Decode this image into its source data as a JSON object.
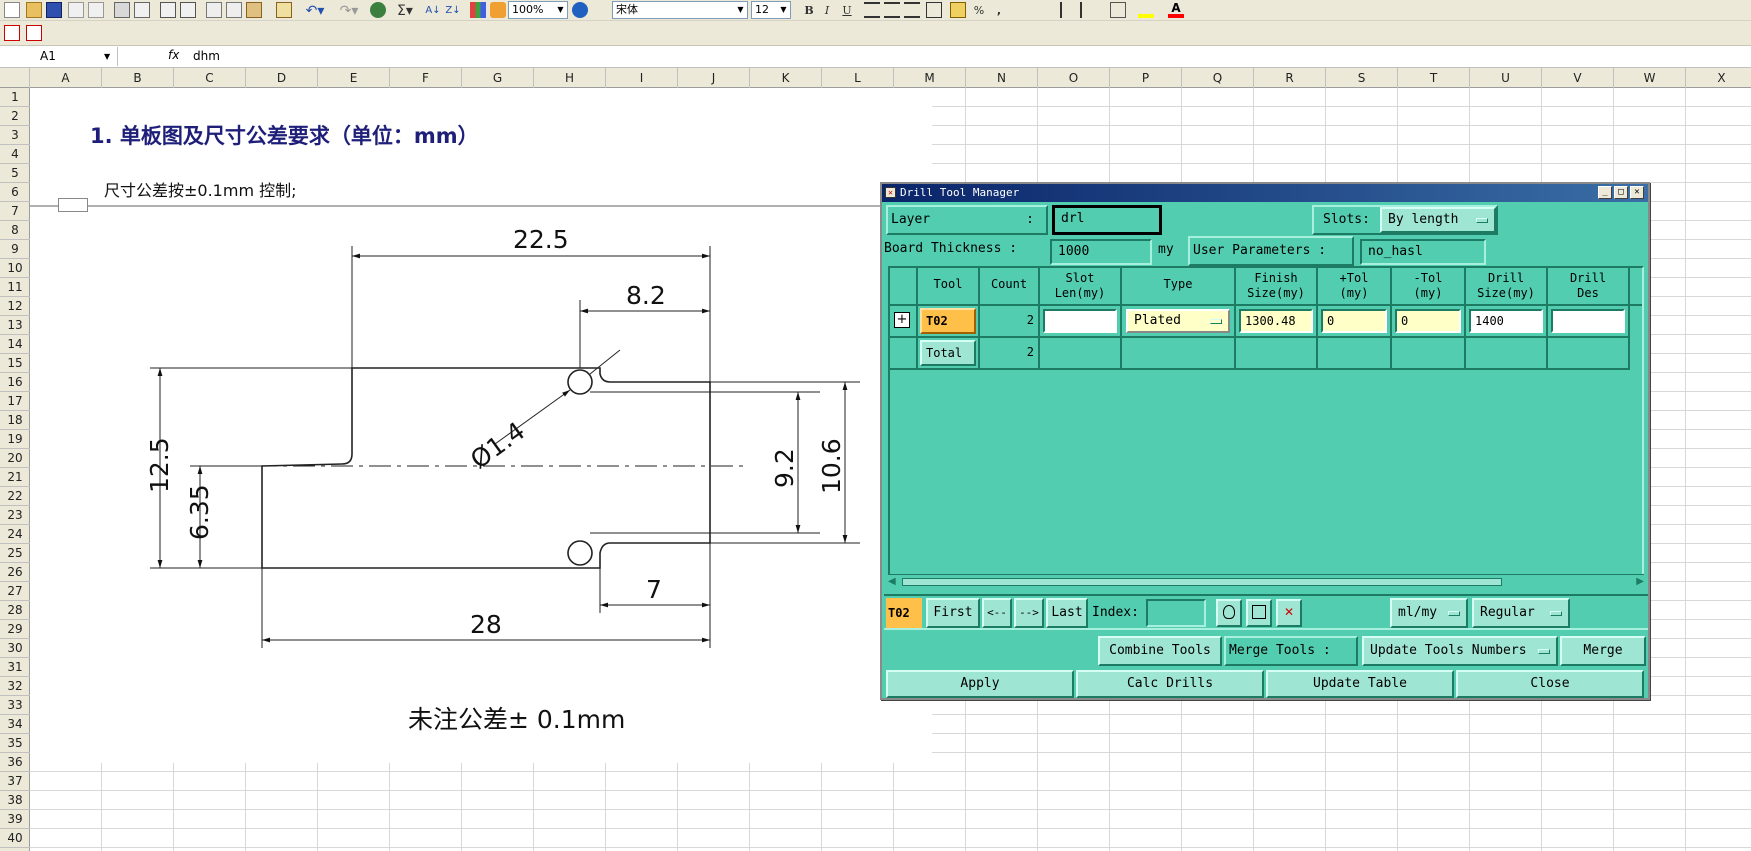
{
  "toolbar": {
    "zoom": "100%",
    "font_name": "宋体",
    "font_size": "12",
    "bold": "B",
    "italic": "I",
    "underline": "U",
    "sigma": "Σ",
    "percent": "%",
    "comma": ","
  },
  "formula_bar": {
    "name_box": "A1",
    "fx": "fx",
    "value": "dhm"
  },
  "columns": [
    "A",
    "B",
    "C",
    "D",
    "E",
    "F",
    "G",
    "H",
    "I",
    "J",
    "K",
    "L",
    "M",
    "N",
    "O",
    "P",
    "Q",
    "R",
    "S",
    "T",
    "U",
    "V",
    "W",
    "X"
  ],
  "rows": [
    "1",
    "2",
    "3",
    "4",
    "5",
    "6",
    "7",
    "8",
    "9",
    "10",
    "11",
    "12",
    "13",
    "14",
    "15",
    "16",
    "17",
    "18",
    "19",
    "20",
    "21",
    "22",
    "23",
    "24",
    "25",
    "26",
    "27",
    "28",
    "29",
    "30",
    "31",
    "32",
    "33",
    "34",
    "35",
    "36",
    "37",
    "38",
    "39",
    "40"
  ],
  "sheet": {
    "title": "1.   单板图及尺寸公差要求（单位：mm）",
    "note": "尺寸公差按±0.1mm 控制;",
    "drawing": {
      "dim_top": "22.5",
      "dim_82": "8.2",
      "dim_hole": "Ø1.4",
      "dim_125": "12.5",
      "dim_635": "6.35",
      "dim_92": "9.2",
      "dim_106": "10.6",
      "dim_7": "7",
      "dim_28": "28",
      "tolerance": "未注公差± 0.1mm"
    }
  },
  "dialog": {
    "title": "Drill Tool Manager",
    "layer_label": "Layer",
    "layer_colon": ":",
    "layer_value": "drl",
    "slots_label": "Slots:",
    "slots_value": "By length",
    "board_thickness_label": "Board Thickness :",
    "board_thickness_value": "1000",
    "board_thickness_unit": "my",
    "user_params_label": "User Parameters :",
    "user_params_value": "no_hasl",
    "table": {
      "headers": [
        "Tool",
        "Count",
        "Slot\nLen(my)",
        "Type",
        "Finish\nSize(my)",
        "+Tol\n(my)",
        "-Tol\n(my)",
        "Drill\nSize(my)",
        "Drill\nDes"
      ],
      "rows": [
        {
          "tool": "T02",
          "count": "2",
          "slot_len": "",
          "type": "Plated",
          "finish": "1300.48",
          "ptol": "0",
          "mtol": "0",
          "drill": "1400",
          "des": ""
        }
      ],
      "total_label": "Total",
      "total_count": "2"
    },
    "nav": {
      "current_tool": "T02",
      "first": "First",
      "prev": "<--",
      "next": "-->",
      "last": "Last",
      "index_label": "Index:",
      "index_value": "",
      "units": "ml/my",
      "mode": "Regular"
    },
    "merge": {
      "combine": "Combine Tools",
      "merge_label": "Merge Tools :",
      "update_numbers": "Update Tools Numbers",
      "merge_btn": "Merge"
    },
    "actions": {
      "apply": "Apply",
      "calc": "Calc Drills",
      "update": "Update Table",
      "close": "Close"
    }
  },
  "colors": {
    "dialog_bg": "#53cdb0",
    "title_bar": "#0a246a",
    "tool_highlight": "#ffc04a",
    "cell_yellow": "#ffffc8",
    "sheet_title": "#1f1f7a"
  }
}
